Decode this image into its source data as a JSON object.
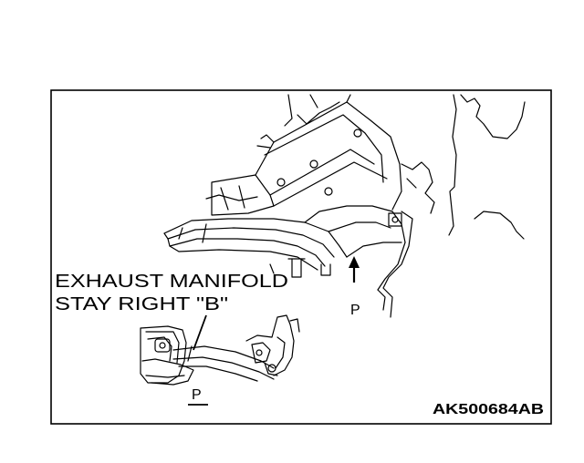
{
  "diagram": {
    "part_label_line1": "EXHAUST MANIFOLD",
    "part_label_line2": "STAY RIGHT \"B\"",
    "view_arrow_label": "P",
    "detail_view_label": "P",
    "figure_code": "AK500684AB"
  },
  "colors": {
    "line": "#000000",
    "background": "#ffffff"
  }
}
